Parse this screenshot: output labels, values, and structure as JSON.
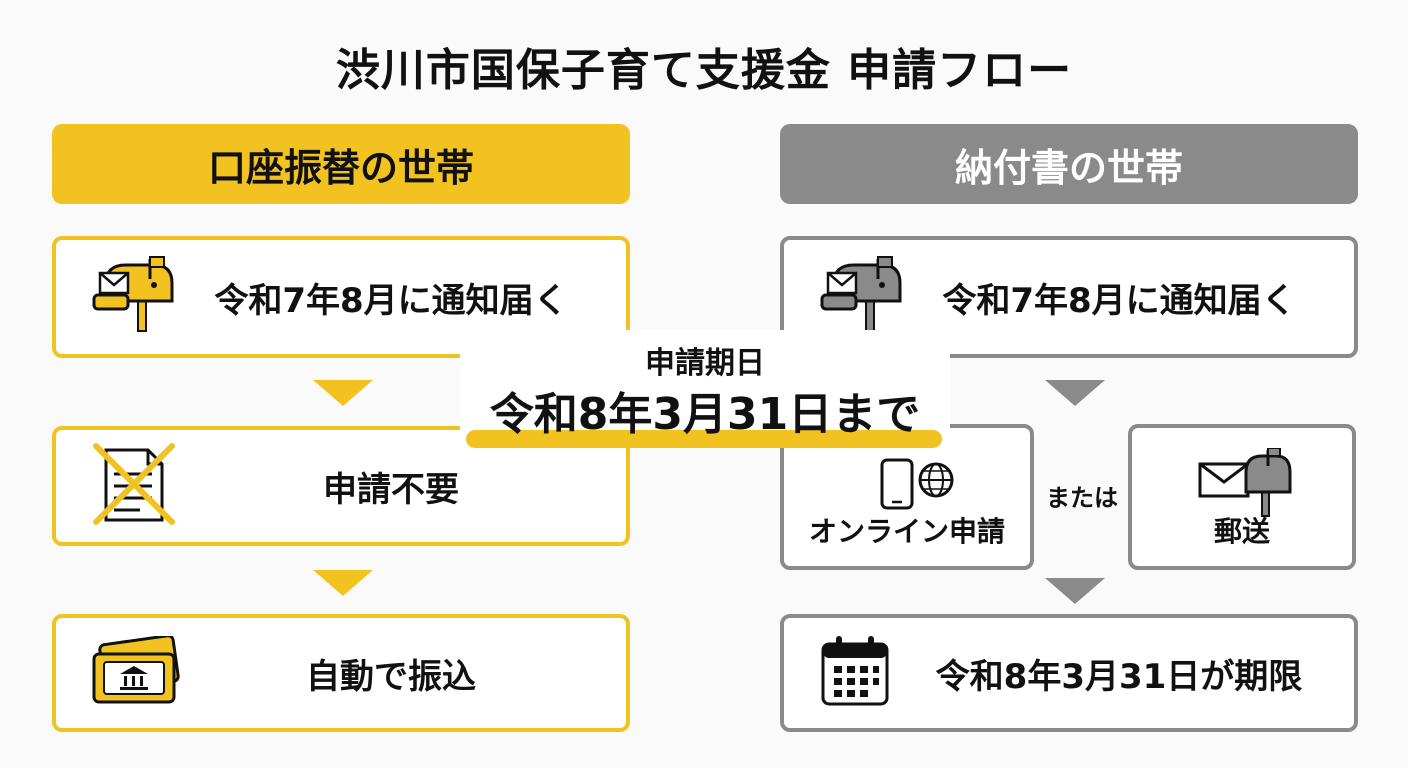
{
  "title": "渋川市国保子育て支援金 申請フロー",
  "colors": {
    "accent_yellow": "#f2c320",
    "accent_gray": "#8a8a8a"
  },
  "left": {
    "header": "口座振替の世帯",
    "steps": [
      {
        "icon": "mailbox-icon",
        "label": "令和7年8月に通知届く"
      },
      {
        "icon": "crossed-document-icon",
        "label": "申請不要"
      },
      {
        "icon": "bank-card-icon",
        "label": "自動で振込"
      }
    ]
  },
  "right": {
    "header": "納付書の世帯",
    "steps": [
      {
        "icon": "mailbox-icon",
        "label": "令和7年8月に通知届く"
      },
      {
        "icon": "calendar-icon",
        "label": "令和8年3月31日が期限"
      }
    ],
    "options": [
      {
        "icon": "smartphone-globe-icon",
        "label": "オンライン申請"
      },
      {
        "icon": "envelope-mailbox-icon",
        "label": "郵送"
      }
    ],
    "or_text": "または"
  },
  "deadline": {
    "heading": "申請期日",
    "date": "令和8年3月31日まで"
  }
}
